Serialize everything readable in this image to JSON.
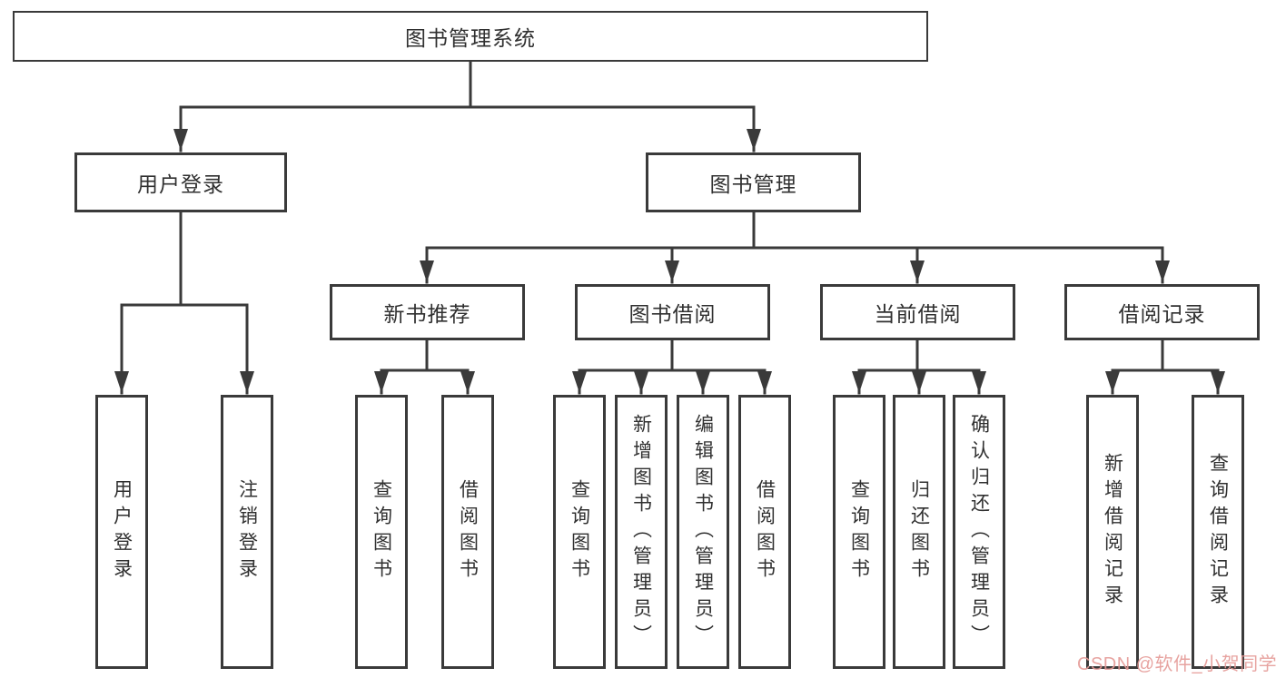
{
  "diagram": {
    "root": {
      "label": "图书管理系统"
    },
    "branches": [
      {
        "label": "用户登录",
        "children": [
          {
            "label": "用户登录"
          },
          {
            "label": "注销登录"
          }
        ]
      },
      {
        "label": "图书管理",
        "sections": [
          {
            "label": "新书推荐",
            "children": [
              {
                "label": "查询图书"
              },
              {
                "label": "借阅图书"
              }
            ]
          },
          {
            "label": "图书借阅",
            "children": [
              {
                "label": "查询图书"
              },
              {
                "label": "新增图书（管理员）"
              },
              {
                "label": "编辑图书（管理员）"
              },
              {
                "label": "借阅图书"
              }
            ]
          },
          {
            "label": "当前借阅",
            "children": [
              {
                "label": "查询图书"
              },
              {
                "label": "归还图书"
              },
              {
                "label": "确认归还（管理员）"
              }
            ]
          },
          {
            "label": "借阅记录",
            "children": [
              {
                "label": "新增借阅记录"
              },
              {
                "label": "查询借阅记录"
              }
            ]
          }
        ]
      }
    ],
    "watermark": {
      "text": "CSDN @软件_小贺同学"
    },
    "colors": {
      "line": "#3a3a3a",
      "text": "#303030",
      "background": "#ffffff",
      "watermark": "#e59a96"
    }
  }
}
